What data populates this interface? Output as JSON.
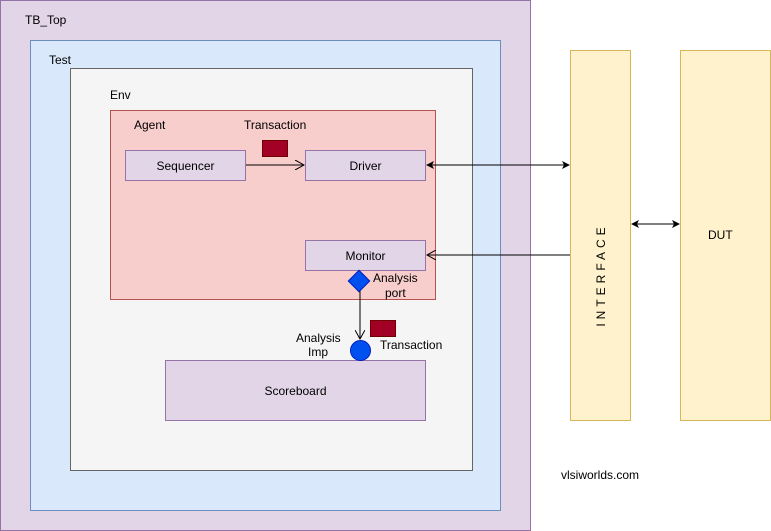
{
  "containers": {
    "tb_top": "TB_Top",
    "test": "Test",
    "env": "Env",
    "agent": "Agent"
  },
  "components": {
    "sequencer": "Sequencer",
    "driver": "Driver",
    "monitor": "Monitor",
    "scoreboard": "Scoreboard",
    "interface": "INTERFACE",
    "dut": "DUT"
  },
  "labels": {
    "transaction_top": "Transaction",
    "transaction_bottom": "Transaction",
    "analysis_port": "Analysis\nport",
    "analysis_port_line1": "Analysis",
    "analysis_port_line2": "port",
    "analysis_imp_line1": "Analysis",
    "analysis_imp_line2": "Imp",
    "watermark": "vlsiworlds.com"
  },
  "colors": {
    "tb_top": "#e1d5e7",
    "test": "#dae8fc",
    "env": "#f5f5f5",
    "agent": "#f8cecc",
    "component": "#e1d5e7",
    "interface": "#fff2cc",
    "transaction": "#a20025",
    "port": "#0050ef"
  }
}
